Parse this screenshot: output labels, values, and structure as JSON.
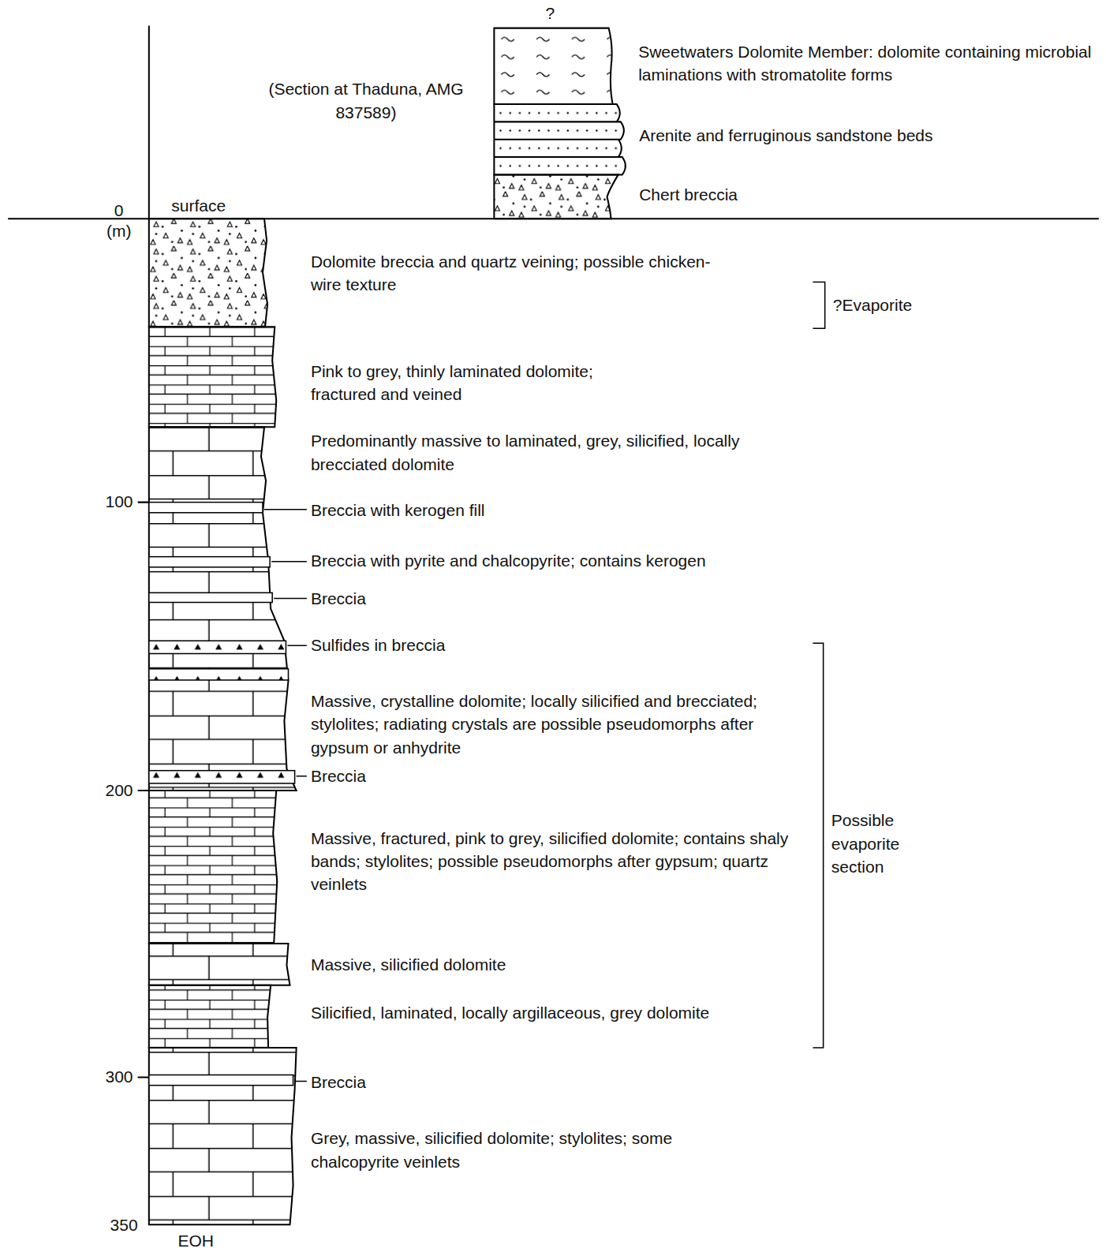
{
  "diagram": {
    "labels": [
      "?",
      "(Section at Thaduna, AMG 837589)",
      "Sweetwaters Dolomite Member: dolomite containing microbial laminations with stromatolite forms",
      "Arenite and ferruginous sandstone beds",
      "Chert breccia",
      "0",
      "(m)",
      "surface",
      "Dolomite breccia and quartz veining; possible chicken-wire texture",
      "?Evaporite",
      "Pink to grey, thinly laminated dolomite; fractured and veined",
      "Predominantly massive to laminated, grey, silicified, locally brecciated dolomite",
      "100",
      "Breccia with kerogen fill",
      "Breccia with pyrite and chalcopyrite; contains kerogen",
      "Breccia",
      "Sulfides in breccia",
      "Massive, crystalline dolomite; locally silicified and brecciated; stylolites; radiating crystals are possible pseudomorphs after gypsum or anhydrite",
      "200",
      "Breccia",
      "Massive, fractured, pink to grey, silicified dolomite; contains shaly bands; stylolites; possible pseudomorphs after gypsum; quartz veinlets",
      "Possible evaporite section",
      "Massive, silicified dolomite",
      "Silicified, laminated, locally argillaceous, grey dolomite",
      "300",
      "Breccia",
      "Grey, massive, silicified dolomite; stylolites; some chalcopyrite veinlets",
      "350",
      "EOH"
    ]
  }
}
